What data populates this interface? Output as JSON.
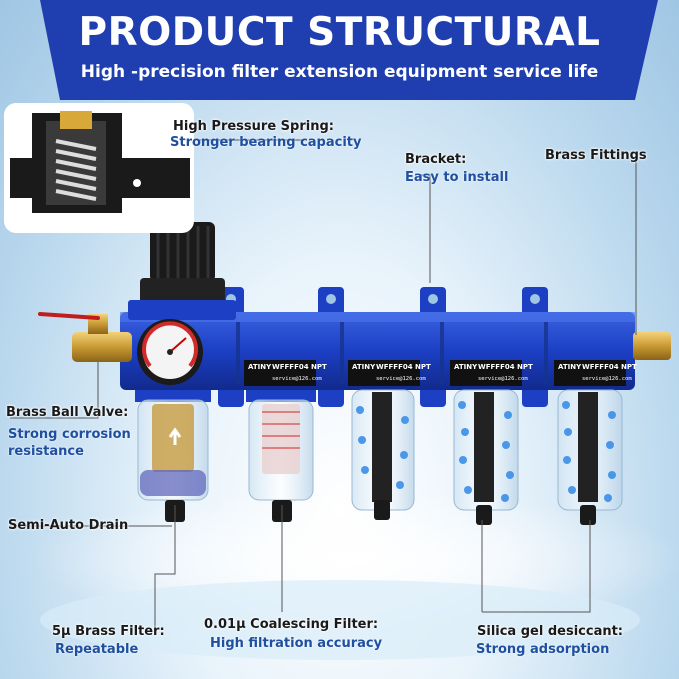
{
  "banner": {
    "title": "PRODUCT STRUCTURAL",
    "subtitle": "High -precision filter extension equipment service life"
  },
  "colors": {
    "brand_blue": "#1f3fb0",
    "body_blue": "#1c3fc4",
    "desc_blue": "#1f4fa0"
  },
  "callouts": {
    "spring": {
      "title": "High Pressure Spring:",
      "desc": "Stronger bearing capacity"
    },
    "bracket": {
      "title": "Bracket:",
      "desc": "Easy to install"
    },
    "fittings": {
      "title": "Brass Fittings"
    },
    "ball_valve": {
      "title": "Brass Ball Valve:",
      "desc1": "Strong corrosion",
      "desc2": "resistance"
    },
    "drain": {
      "title": "Semi-Auto Drain"
    },
    "brass_filter": {
      "title": "5μ Brass Filter:",
      "desc": "Repeatable"
    },
    "coalescing": {
      "title": "0.01μ Coalescing Filter:",
      "desc": "High filtration accuracy"
    },
    "silica": {
      "title": "Silica gel desiccant:",
      "desc": "Strong adsorption"
    }
  },
  "product_labels": {
    "brand": "ATINY",
    "model": "WFFFF04 NPT",
    "email": "service@126.com"
  }
}
